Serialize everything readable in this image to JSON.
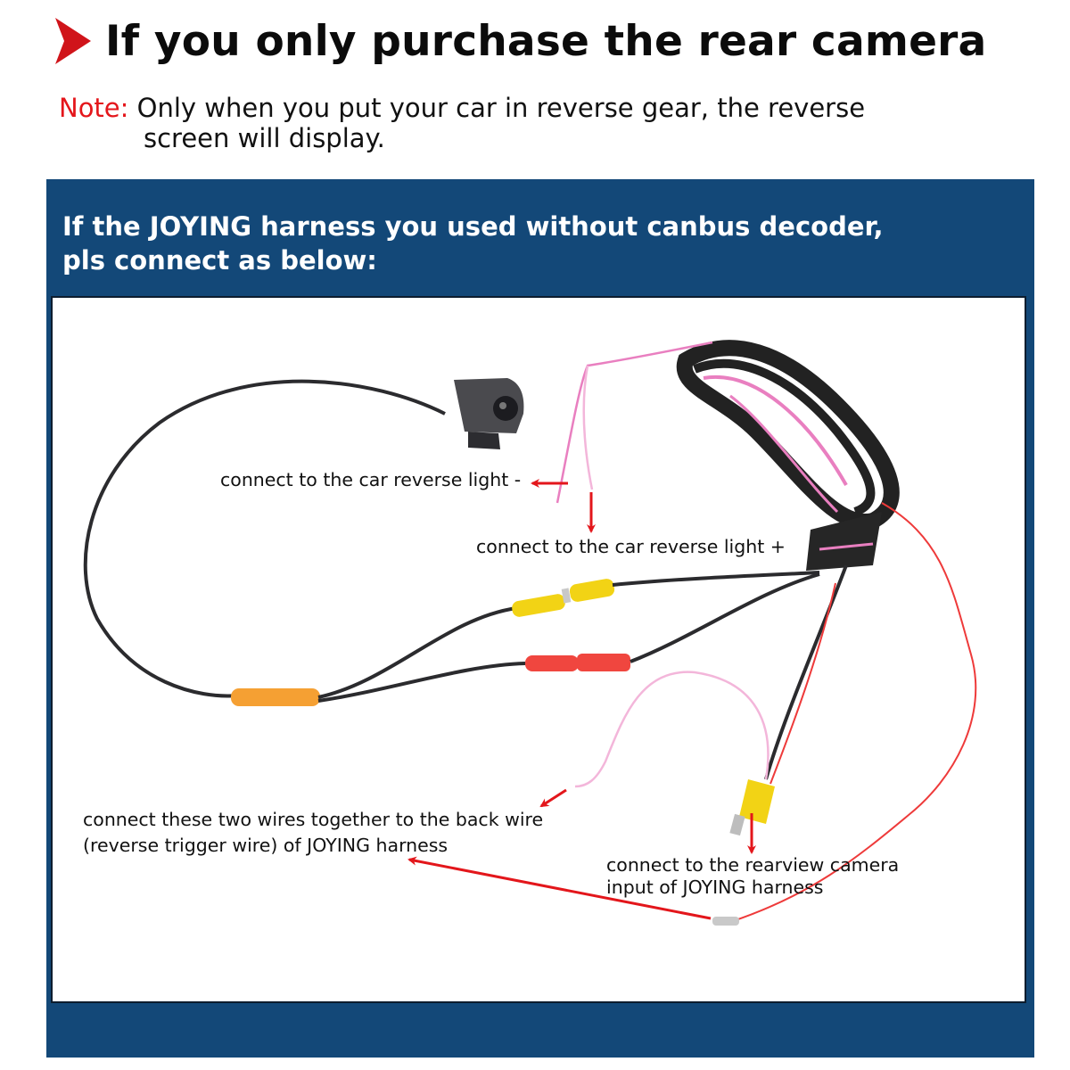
{
  "header": {
    "title": "If you only purchase the rear camera",
    "bullet_icon": "red-triangle-arrow-icon",
    "note_label": "Note:",
    "note_line1": "Only when you put your car in reverse gear, the reverse",
    "note_line2": "screen will display."
  },
  "panel": {
    "heading_line1": "If the JOYING harness you used without canbus decoder,",
    "heading_line2": "pls connect as below:",
    "background_color": "#134878"
  },
  "diagram": {
    "image_subject": "rear camera with cable, RCA connectors and wire bundle",
    "callouts": [
      {
        "id": "reverse-light-minus",
        "text": "connect to the car reverse light -"
      },
      {
        "id": "reverse-light-plus",
        "text": "connect to the car reverse light +"
      },
      {
        "id": "trigger-line1",
        "text": "connect these two wires together to the back wire"
      },
      {
        "id": "trigger-line2",
        "text": "(reverse trigger wire) of JOYING harness"
      },
      {
        "id": "rearview-line1",
        "text": "connect to the rearview camera"
      },
      {
        "id": "rearview-line2",
        "text": "input of JOYING harness"
      }
    ],
    "colors": {
      "arrow": "#e3161b",
      "cable": "#2b2b2e",
      "pink_wire": "#e97fc0",
      "red_wire": "#ee3a3a",
      "yellow_connector": "#f2d315",
      "red_connector": "#f0463f",
      "orange_connector": "#f5a033"
    }
  }
}
